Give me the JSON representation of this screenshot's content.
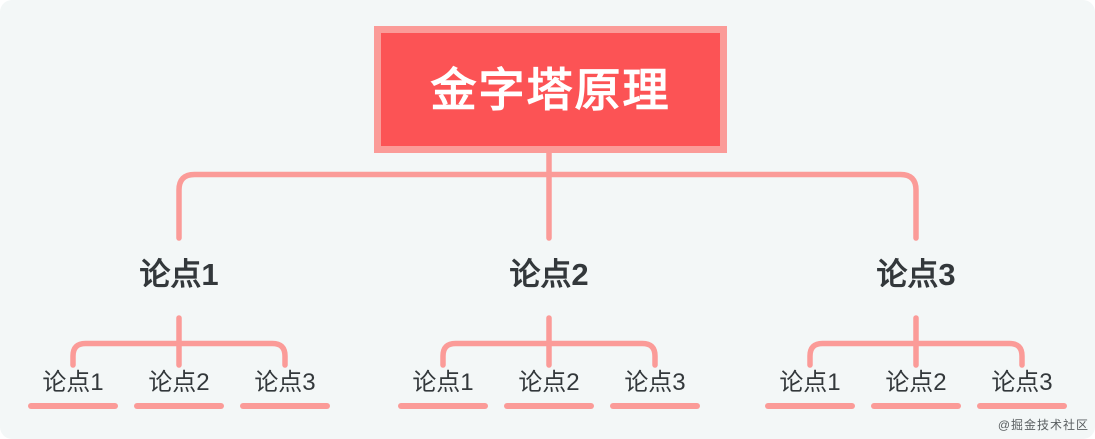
{
  "theme": {
    "background": "#F3F7F7",
    "node_red": "#FC5355",
    "line_pink": "#FB9B98",
    "text_dark": "#33383B",
    "root_text": "#FFFFFF",
    "watermark_gray": "#595E60"
  },
  "root": {
    "label": "金字塔原理"
  },
  "branches": [
    {
      "label": "论点1",
      "children": [
        {
          "label": "论点1"
        },
        {
          "label": "论点2"
        },
        {
          "label": "论点3"
        }
      ]
    },
    {
      "label": "论点2",
      "children": [
        {
          "label": "论点1"
        },
        {
          "label": "论点2"
        },
        {
          "label": "论点3"
        }
      ]
    },
    {
      "label": "论点3",
      "children": [
        {
          "label": "论点1"
        },
        {
          "label": "论点2"
        },
        {
          "label": "论点3"
        }
      ]
    }
  ],
  "watermark": "@掘金技术社区"
}
